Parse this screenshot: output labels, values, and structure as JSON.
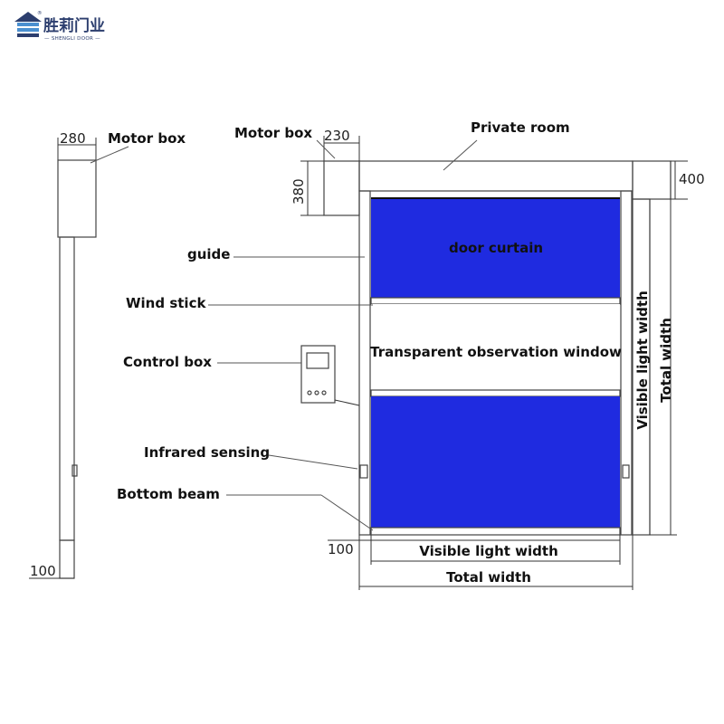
{
  "logo": {
    "name_cn": "胜莉门业",
    "name_en": "— SHENGLI DOOR —",
    "mark": "®",
    "colors": {
      "brand": "#2c3e6e",
      "accent": "#4a8fd0"
    }
  },
  "labels": {
    "motor_box_side": "Motor box",
    "motor_box_front": "Motor box",
    "private_room": "Private room",
    "guide": "guide",
    "wind_stick": "Wind stick",
    "control_box": "Control box",
    "infrared_sensing": "Infrared sensing",
    "bottom_beam": "Bottom beam",
    "door_curtain": "door curtain",
    "observation_window": "Transparent observation window",
    "visible_light_width_bottom": "Visible light width",
    "total_width_bottom": "Total width",
    "visible_light_width_side": "Visible light width",
    "total_width_side": "Total width"
  },
  "dimensions": {
    "side_motor_box_width": "280",
    "front_motor_box_width": "230",
    "front_motor_box_height": "380",
    "header_height": "400",
    "bottom_offset_front": "100",
    "bottom_offset_side": "100"
  },
  "colors": {
    "curtain": "#1f2be0",
    "line": "#333333",
    "panel_fill": "#ffffff"
  }
}
